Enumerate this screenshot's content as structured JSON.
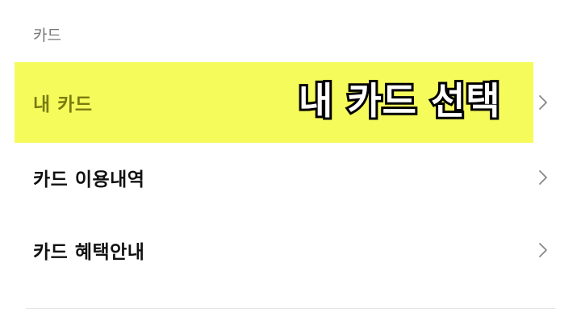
{
  "section": {
    "title": "카드"
  },
  "menu": {
    "items": [
      {
        "label": "내 카드"
      },
      {
        "label": "카드 이용내역"
      },
      {
        "label": "카드 혜택안내"
      }
    ]
  },
  "annotation": {
    "text": "내 카드 선택"
  },
  "icons": {
    "chevron": "chevron-right-icon"
  },
  "colors": {
    "highlight": "#f6fb5c",
    "highlighted_text": "#7a7c10",
    "text": "#111111",
    "muted": "#777777",
    "chevron": "#888888",
    "divider": "#e4e4e4"
  }
}
